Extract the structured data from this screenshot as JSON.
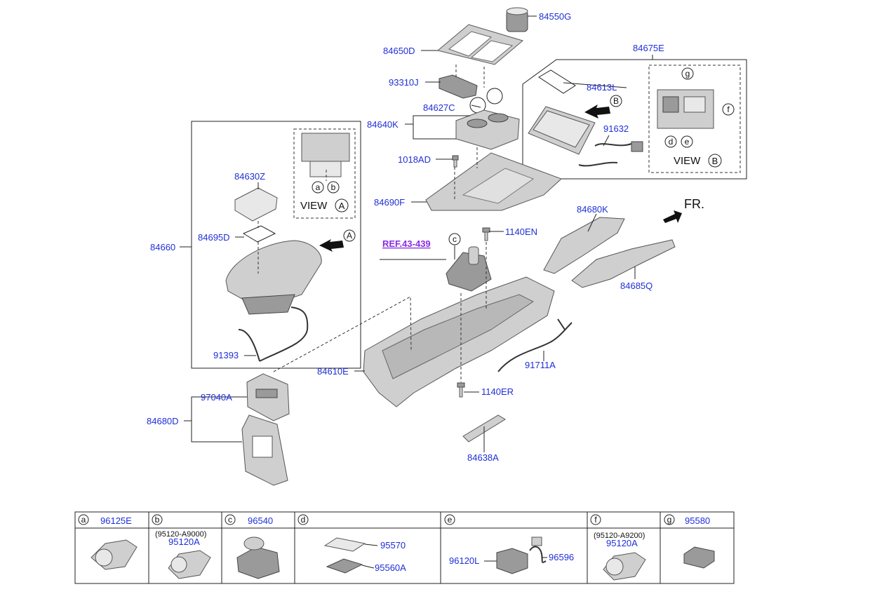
{
  "parts": {
    "p84550G": "84550G",
    "p84650D": "84650D",
    "p84675E": "84675E",
    "p93310J": "93310J",
    "p84613L": "84613L",
    "p84627C": "84627C",
    "p84640K": "84640K",
    "p91632": "91632",
    "p1018AD": "1018AD",
    "p84630Z": "84630Z",
    "p84690F": "84690F",
    "p84680K": "84680K",
    "p84660": "84660",
    "p84695D": "84695D",
    "p1140EN": "1140EN",
    "p84685Q": "84685Q",
    "p91393": "91393",
    "p84610E": "84610E",
    "p91711A": "91711A",
    "p1140ER": "1140ER",
    "p97040A": "97040A",
    "p84680D": "84680D",
    "p84638A": "84638A"
  },
  "ref_label": "REF.43-439",
  "view_a": {
    "word": "VIEW",
    "letter": "A"
  },
  "view_b": {
    "word": "VIEW",
    "letter": "B"
  },
  "arrow_a": "A",
  "arrow_b": "B",
  "fr_label": "FR.",
  "callouts": {
    "a": "a",
    "b": "b",
    "c": "c",
    "d": "d",
    "e": "e",
    "f": "f",
    "g": "g"
  },
  "table": {
    "cells": [
      {
        "letter": "a",
        "part": "96125E"
      },
      {
        "letter": "b",
        "part": ""
      },
      {
        "letter": "c",
        "part": "96540"
      },
      {
        "letter": "d",
        "part": ""
      },
      {
        "letter": "e",
        "part": ""
      },
      {
        "letter": "f",
        "part": ""
      },
      {
        "letter": "g",
        "part": "95580"
      }
    ],
    "b_note": "(95120-A9000)",
    "b_part": "95120A",
    "d_part1": "95570",
    "d_part2": "95560A",
    "e_part1": "96120L",
    "e_part2": "96596",
    "f_note": "(95120-A9200)",
    "f_part": "95120A"
  }
}
